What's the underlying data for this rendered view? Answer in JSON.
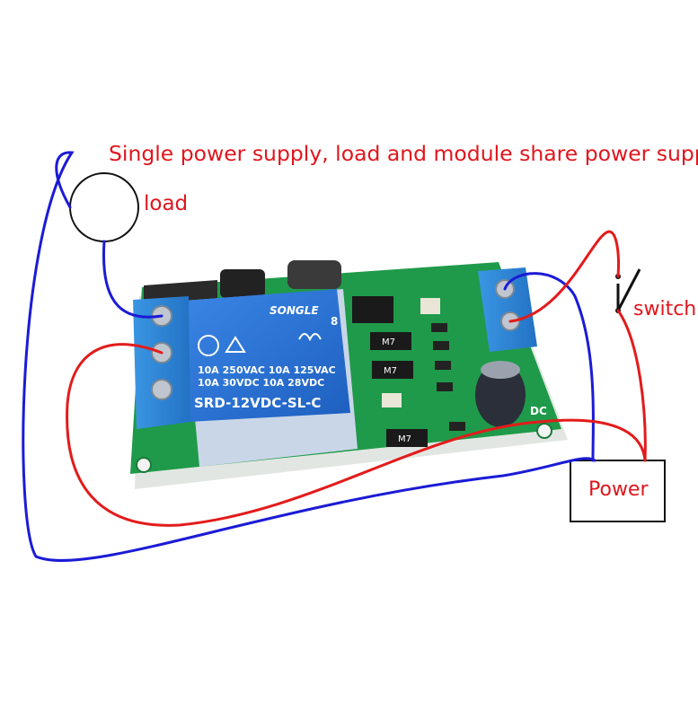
{
  "labels": {
    "title": "Single power supply, load and module share power supply",
    "load": "load",
    "switch": "switch",
    "power": "Power"
  },
  "board_text": {
    "relay_brand": "SONGLE",
    "relay_ratings_line1": "10A 250VAC  10A 125VAC",
    "relay_ratings_line2": "10A 30VDC  10A 28VDC",
    "relay_model": "SRD-12VDC-SL-C",
    "relay_pin_count": "8",
    "diode_marking": "M7",
    "terminal_marking": "DC"
  },
  "colors": {
    "wire_red": "#e31b1b",
    "wire_blue": "#1b1bd6",
    "label_red": "#e0161d",
    "pcb_green": "#1f9a4a",
    "relay_blue": "#2a6fd0",
    "terminal_blue": "#2f86d8"
  }
}
